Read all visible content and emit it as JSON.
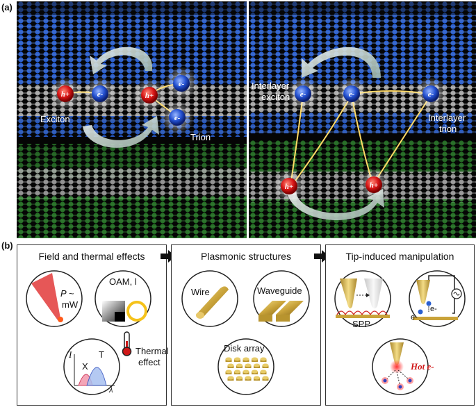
{
  "panel_a": {
    "label": "(a)",
    "left": {
      "exciton": "Exciton",
      "trion": "Trion",
      "hole": "h+",
      "electron": "e-"
    },
    "right": {
      "interlayer_exciton": [
        "Interlayer",
        "exciton"
      ],
      "interlayer_trion": [
        "Interlayer",
        "trion"
      ],
      "hole": "h+",
      "electron": "e-"
    }
  },
  "panel_b": {
    "label": "(b)",
    "box1": {
      "title": "Field and thermal effects",
      "power": [
        "P ~",
        "mW"
      ],
      "oam": "OAM, l",
      "thermal": [
        "Thermal",
        "effect"
      ],
      "plot_y": "I",
      "plot_x": "λ",
      "peak_x": "X",
      "peak_t": "T"
    },
    "box2": {
      "title": "Plasmonic structures",
      "wire": "Wire",
      "waveguide": "Waveguide",
      "disk_array": "Disk array"
    },
    "box3": {
      "title": "Tip-induced manipulation",
      "spp": "SPP",
      "e_minus_1": "e-",
      "e_minus_2": "e-",
      "hot_e": "Hot e-"
    }
  },
  "colors": {
    "blue_layer": "#1e4fb5",
    "green_layer": "#2b7a2b",
    "gray_layer": "#9a9a9a",
    "hole_red": "#d41313",
    "electron_blue": "#1f4fd0",
    "gold": "#d4b24a"
  }
}
